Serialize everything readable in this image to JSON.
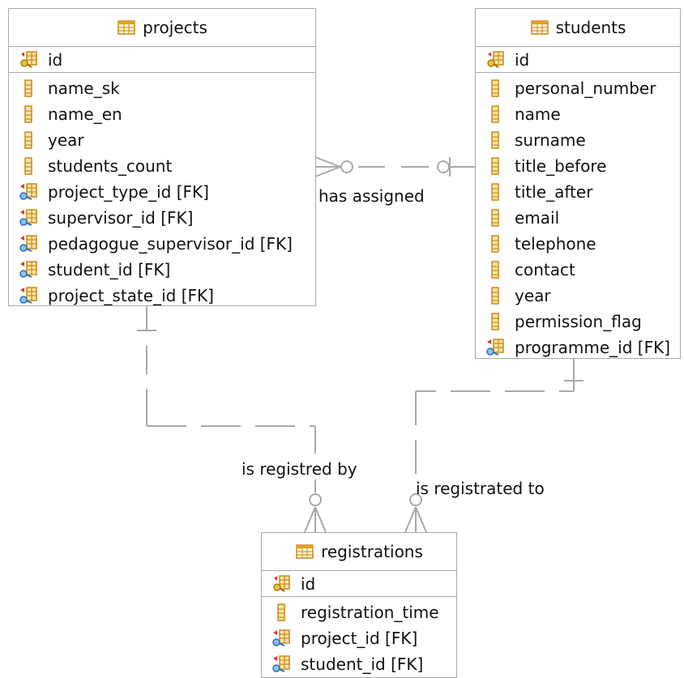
{
  "entities": {
    "projects": {
      "title": "projects",
      "pk": "id",
      "columns": [
        {
          "name": "name_sk",
          "kind": "column"
        },
        {
          "name": "name_en",
          "kind": "column"
        },
        {
          "name": "year",
          "kind": "column"
        },
        {
          "name": "students_count",
          "kind": "column"
        },
        {
          "name": "project_type_id [FK]",
          "kind": "fk"
        },
        {
          "name": "supervisor_id [FK]",
          "kind": "fk"
        },
        {
          "name": "pedagogue_supervisor_id [FK]",
          "kind": "fk"
        },
        {
          "name": "student_id [FK]",
          "kind": "fk"
        },
        {
          "name": "project_state_id [FK]",
          "kind": "fk"
        }
      ]
    },
    "students": {
      "title": "students",
      "pk": "id",
      "columns": [
        {
          "name": "personal_number",
          "kind": "column"
        },
        {
          "name": "name",
          "kind": "column"
        },
        {
          "name": "surname",
          "kind": "column"
        },
        {
          "name": "title_before",
          "kind": "column"
        },
        {
          "name": "title_after",
          "kind": "column"
        },
        {
          "name": "email",
          "kind": "column"
        },
        {
          "name": "telephone",
          "kind": "column"
        },
        {
          "name": "contact",
          "kind": "column"
        },
        {
          "name": "year",
          "kind": "column"
        },
        {
          "name": "permission_flag",
          "kind": "column"
        },
        {
          "name": "programme_id [FK]",
          "kind": "fk"
        }
      ]
    },
    "registrations": {
      "title": "registrations",
      "pk": "id",
      "columns": [
        {
          "name": "registration_time",
          "kind": "column"
        },
        {
          "name": "project_id [FK]",
          "kind": "fk"
        },
        {
          "name": "student_id [FK]",
          "kind": "fk"
        }
      ]
    }
  },
  "relationships": {
    "has_assigned": "has assigned",
    "is_registred_by": "is registred by",
    "is_registrated_to": "is registrated to"
  },
  "icons": {
    "table": "table-icon",
    "primary_key": "primary-key-icon",
    "column": "column-icon",
    "foreign_key": "foreign-key-icon"
  },
  "colors": {
    "border": "#a9a9a9",
    "connector": "#a9a9a9",
    "icon_orange": "#e3a021",
    "icon_blue": "#2f6fb5"
  }
}
